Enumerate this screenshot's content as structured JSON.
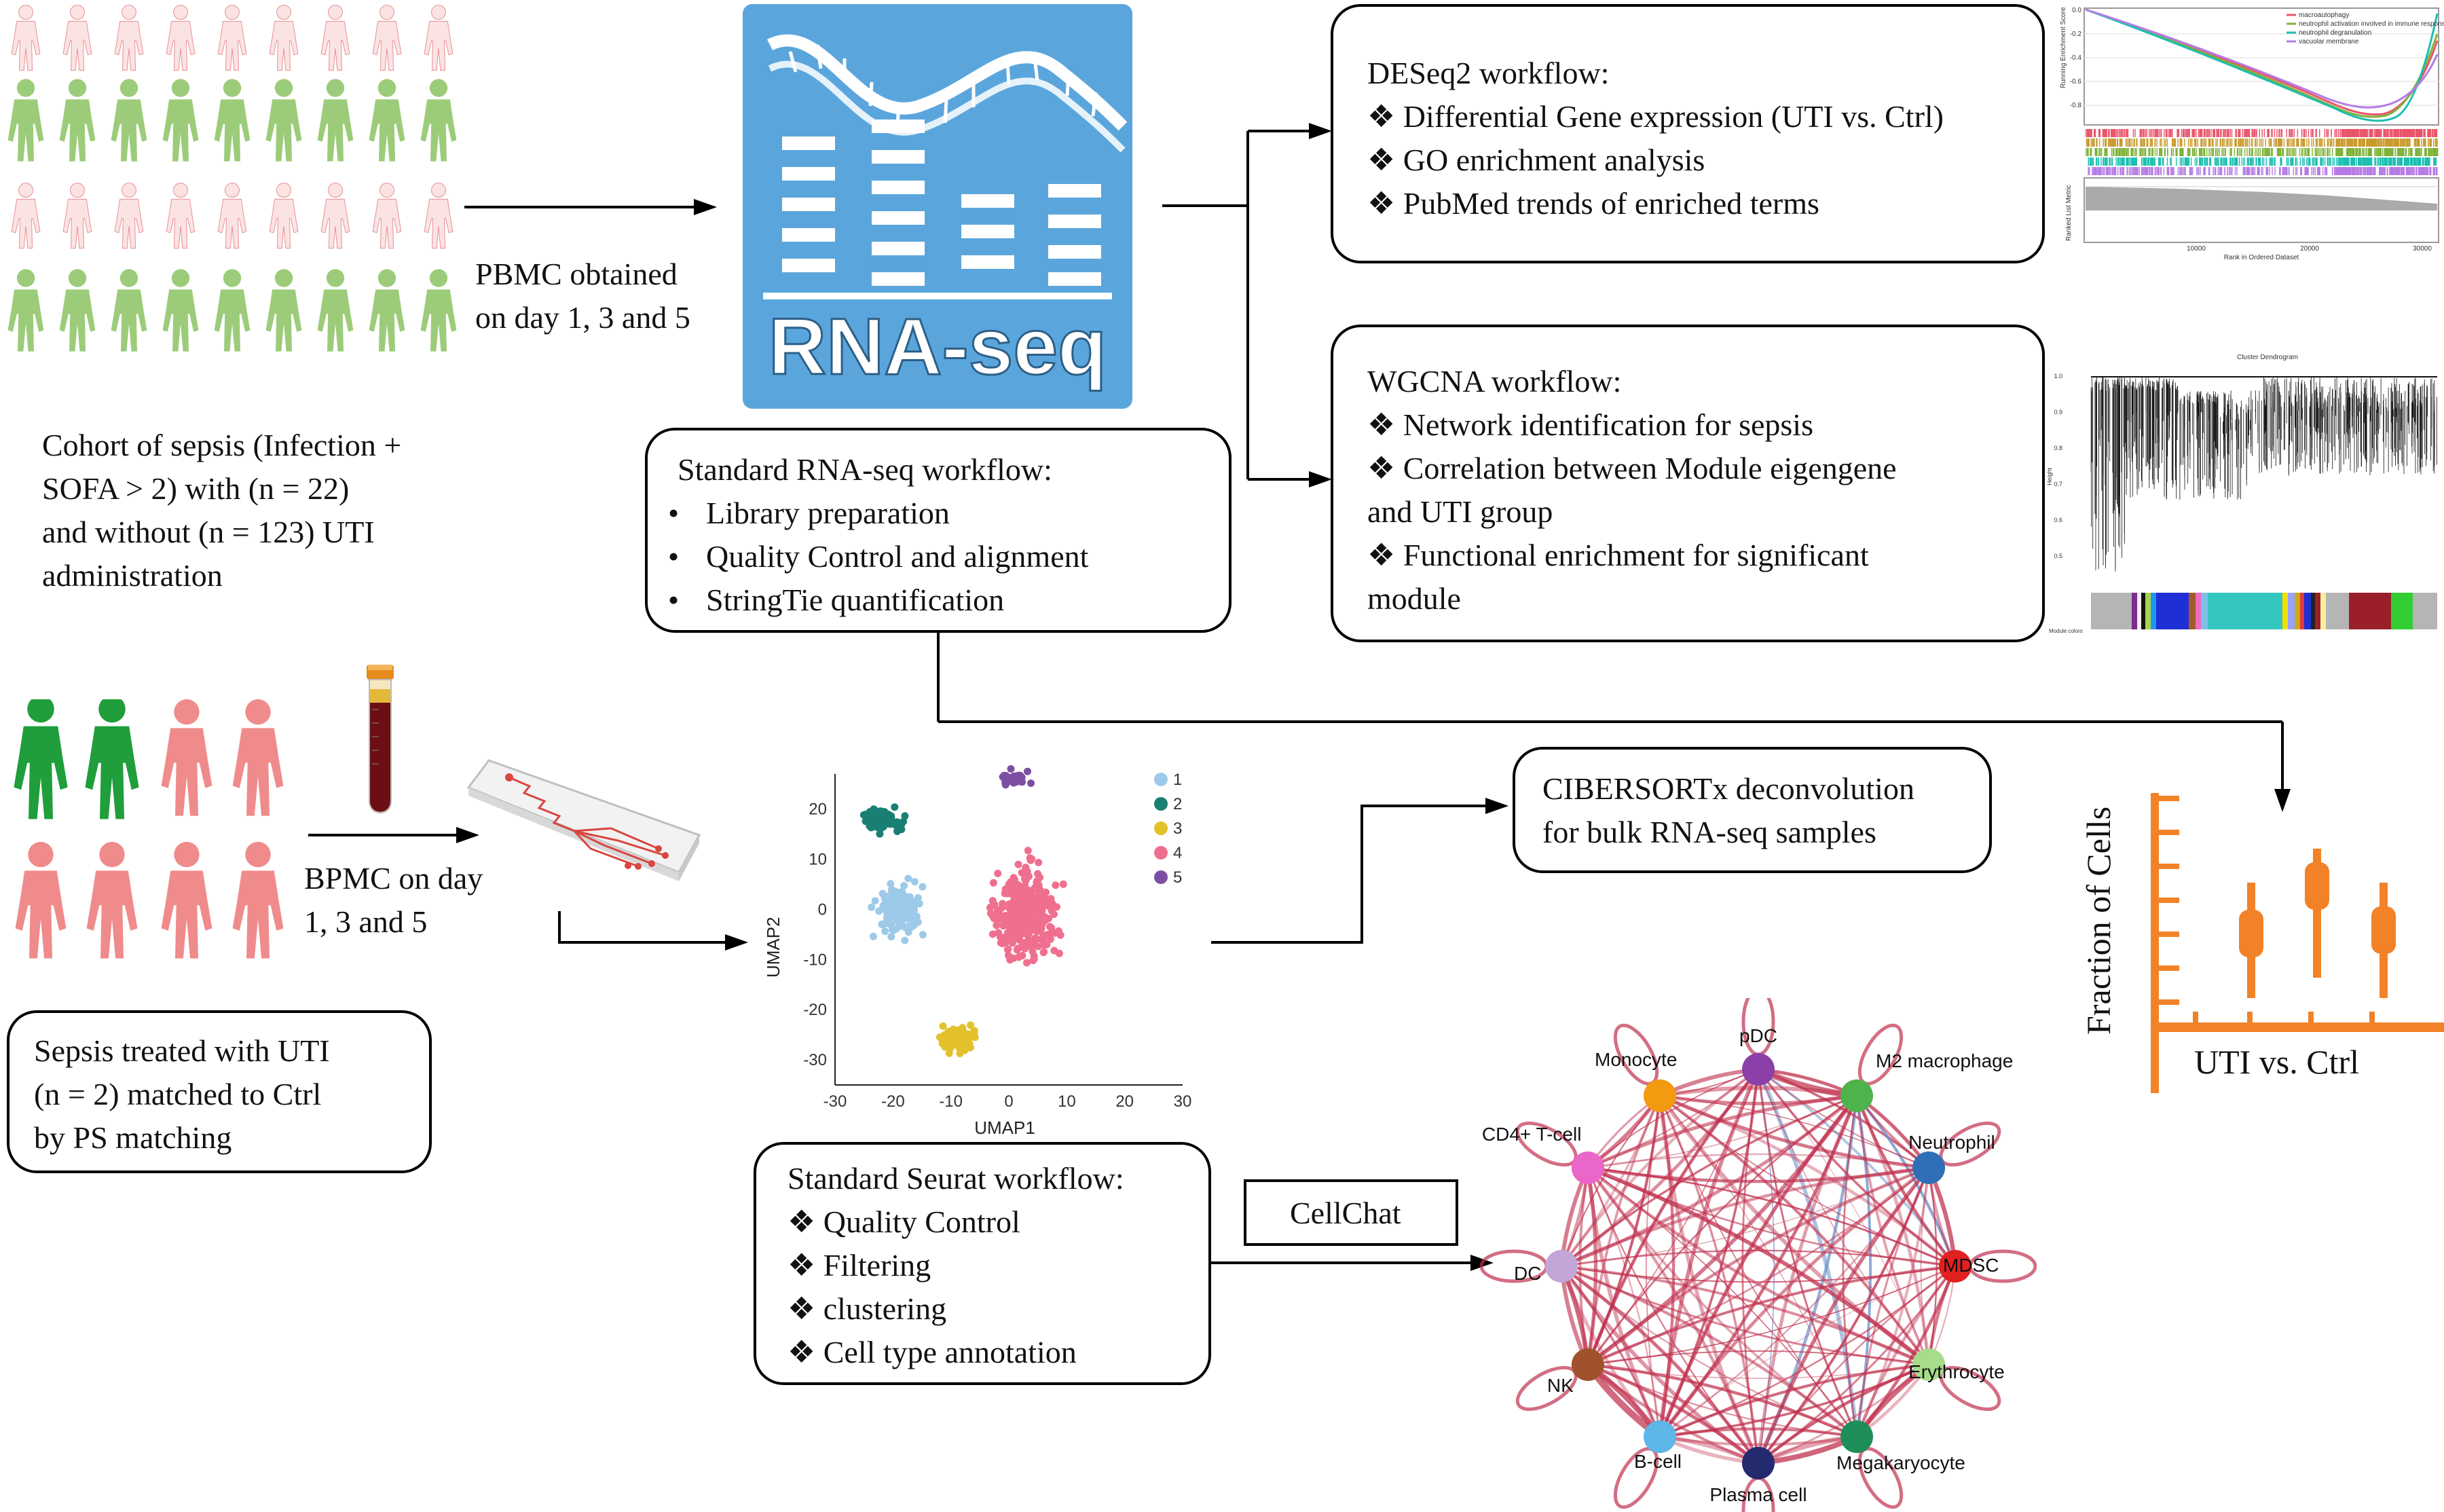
{
  "cohort": {
    "text_lines": [
      "Cohort of sepsis (Infection +",
      "SOFA > 2) with (n = 22)",
      "and without (n = 123) UTI",
      "administration"
    ]
  },
  "pbmc_label": [
    "PBMC obtained",
    "on day 1, 3 and 5"
  ],
  "rnaseq_logo": "RNA-seq",
  "standard_rnaseq": {
    "title": "Standard RNA-seq workflow:",
    "bullet": "•",
    "items": [
      "Library preparation",
      "Quality Control and alignment",
      "StringTie quantification"
    ]
  },
  "deseq2": {
    "title": "DESeq2 workflow:",
    "bullet": "❖",
    "items": [
      "Differential Gene expression (UTI vs. Ctrl)",
      "GO enrichment analysis",
      "PubMed trends of enriched terms"
    ]
  },
  "wgcna": {
    "title": "WGCNA workflow:",
    "bullet": "❖",
    "lines": [
      "❖ Network identification for sepsis",
      "❖ Correlation between Module eigengene",
      "and UTI group",
      "❖ Functional enrichment for significant",
      "module"
    ]
  },
  "gsea_mini": {
    "ylabel_top": "Running Enrichment Score",
    "ylabel_bottom": "Ranked List Metric",
    "xlabel": "Rank in Ordered Dataset",
    "legend": [
      {
        "label": "macroautophagy",
        "color": "#e8556b"
      },
      {
        "label": "neutrophil activation involved in immune response",
        "color": "#7fb239"
      },
      {
        "label": "neutrophil degranulation",
        "color": "#1cbfb0"
      },
      {
        "label": "vacuolar membrane",
        "color": "#b57be6"
      }
    ],
    "xticks": [
      "10000",
      "20000",
      "30000"
    ],
    "yticks": [
      "0.0",
      "-0.2",
      "-0.4",
      "-0.6",
      "-0.8"
    ]
  },
  "dendro_mini": {
    "title": "Cluster Dendrogram",
    "ylabel": "Height",
    "colorbar_label": "Module colors",
    "yticks": [
      "1.0",
      "0.9",
      "0.8",
      "0.7",
      "0.6",
      "0.5"
    ]
  },
  "bpmc_label": [
    "BPMC on day",
    "1, 3 and 5"
  ],
  "sepsis_matched": {
    "lines": [
      "Sepsis treated with UTI",
      "(n = 2) matched to Ctrl",
      "by PS matching"
    ]
  },
  "umap": {
    "xlabel": "UMAP1",
    "ylabel": "UMAP2",
    "xticks": [
      "-30",
      "-20",
      "-10",
      "0",
      "10",
      "20",
      "30"
    ],
    "yticks": [
      "20",
      "10",
      "0",
      "-10",
      "-20",
      "-30"
    ],
    "legend": [
      {
        "label": "1",
        "color": "#9ecae9"
      },
      {
        "label": "2",
        "color": "#1a7f73"
      },
      {
        "label": "3",
        "color": "#e3c12a"
      },
      {
        "label": "4",
        "color": "#ef6f8e"
      },
      {
        "label": "5",
        "color": "#7c4fa3"
      }
    ]
  },
  "seurat": {
    "title": "Standard Seurat workflow:",
    "items": [
      "❖ Quality Control",
      "❖ Filtering",
      "❖ clustering",
      "❖ Cell type annotation"
    ]
  },
  "cibersort": {
    "lines": [
      "CIBERSORTx deconvolution",
      "for bulk RNA-seq samples"
    ]
  },
  "cellchat_label": "CellChat",
  "fraction": {
    "ylabel": "Fraction of Cells",
    "xlabel": "UTI vs. Ctrl",
    "color": "#f28228"
  },
  "network": {
    "nodes": [
      {
        "label": "pDC",
        "color": "#8b3fa8"
      },
      {
        "label": "M2 macrophage",
        "color": "#4fb34c"
      },
      {
        "label": "Neutrophil",
        "color": "#2f6fb7"
      },
      {
        "label": "MDSC",
        "color": "#e32020"
      },
      {
        "label": "Erythrocyte",
        "color": "#a6dc8a"
      },
      {
        "label": "Megakaryocyte",
        "color": "#1f8f5a"
      },
      {
        "label": "Plasma cell",
        "color": "#232a6e"
      },
      {
        "label": "B-cell",
        "color": "#5db7e8"
      },
      {
        "label": "NK",
        "color": "#a0522d"
      },
      {
        "label": "DC",
        "color": "#c3a6d8"
      },
      {
        "label": "CD4+ T-cell",
        "color": "#ea66c9"
      },
      {
        "label": "Monocyte",
        "color": "#f39a10"
      }
    ]
  },
  "colors": {
    "rnaseq_bg": "#5aa6dc",
    "arrow": "#000000",
    "female_pink": "#f4c2c3",
    "green_figure": "#9ccc7a",
    "dark_green": "#1f9e3b",
    "red_figure": "#f08b8b"
  }
}
